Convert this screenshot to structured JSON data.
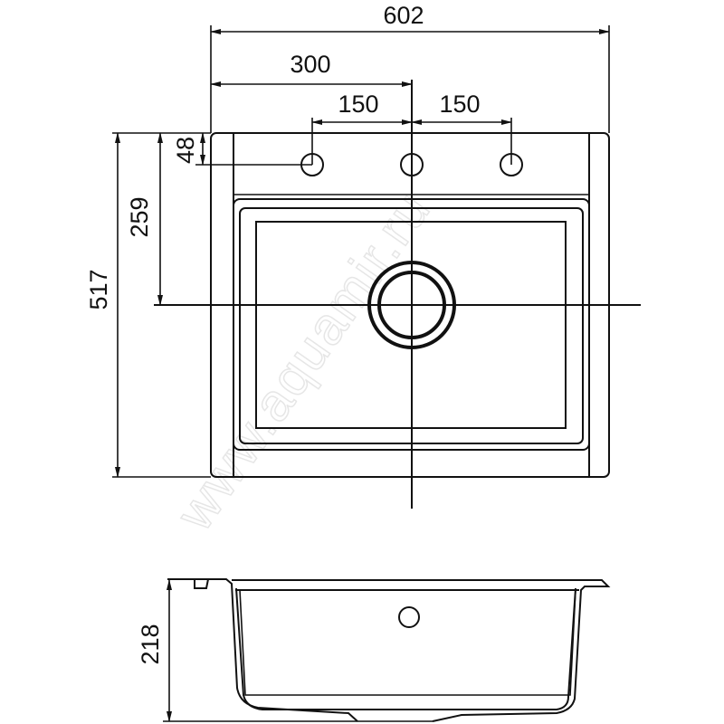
{
  "drawing": {
    "top_view": {
      "dimensions": {
        "overall_width": "602",
        "half_width": "300",
        "tap_spacing_left": "150",
        "tap_spacing_right": "150",
        "tap_offset": "48",
        "drain_offset": "259",
        "overall_depth": "517"
      }
    },
    "side_view": {
      "dimensions": {
        "height": "218"
      }
    },
    "watermark": "www.aquamir.ru",
    "line_color": "#111111"
  }
}
